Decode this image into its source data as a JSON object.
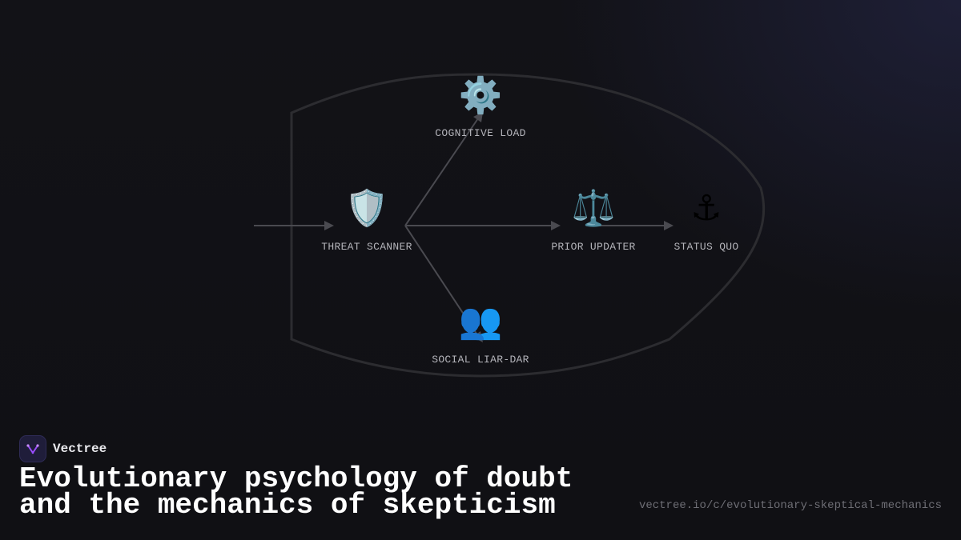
{
  "brand": {
    "name": "Vectree",
    "logo_icon": "vectree-logo-icon",
    "accent": "#9b4dff"
  },
  "title": {
    "line1": "Evolutionary psychology of doubt",
    "line2": "and the mechanics of skepticism"
  },
  "url": "vectree.io/c/evolutionary-skeptical-mechanics",
  "diagram": {
    "nodes": [
      {
        "id": "threat",
        "label": "THREAT SCANNER",
        "icon": "shield-icon",
        "glyph": "🛡️"
      },
      {
        "id": "cognitive",
        "label": "COGNITIVE LOAD",
        "icon": "gear-icon",
        "glyph": "⚙️"
      },
      {
        "id": "prior",
        "label": "PRIOR UPDATER",
        "icon": "scales-icon",
        "glyph": "⚖️"
      },
      {
        "id": "social",
        "label": "SOCIAL LIAR-DAR",
        "icon": "people-icon",
        "glyph": "👥"
      },
      {
        "id": "status",
        "label": "STATUS QUO",
        "icon": "anchor-icon",
        "glyph": "⚓"
      }
    ],
    "edges": [
      {
        "from": "input",
        "to": "threat"
      },
      {
        "from": "threat",
        "to": "cognitive"
      },
      {
        "from": "threat",
        "to": "prior"
      },
      {
        "from": "threat",
        "to": "social"
      },
      {
        "from": "prior",
        "to": "status"
      }
    ],
    "colors": {
      "edge": "#4a4a50",
      "boundary": "#2c2c30",
      "label": "#b4b4ba",
      "background": "#111116"
    }
  }
}
